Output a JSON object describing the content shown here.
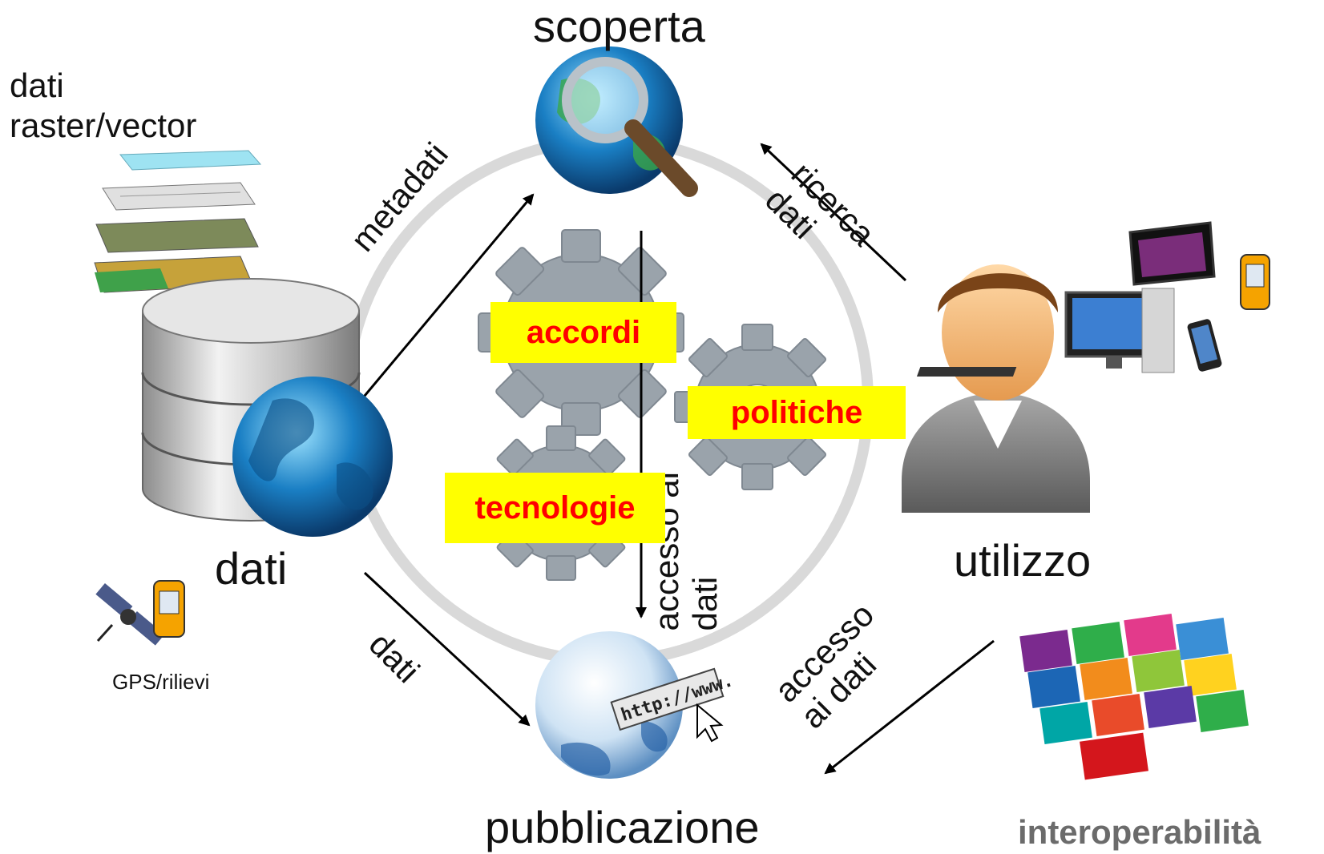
{
  "nodes": {
    "scoperta": "scoperta",
    "dati": "dati",
    "utilizzo": "utilizzo",
    "pubblicazione": "pubblicazione"
  },
  "sources": {
    "raster_vector": "dati\nraster/vector",
    "gps": "GPS/rilievi"
  },
  "edges": {
    "metadati": "metadati",
    "ricerca_dati": "ricerca\ndati",
    "dati": "dati",
    "accesso_ai_dati_right": "accesso\nai dati",
    "accesso_ai_dati_center": "accesso ai\ndati"
  },
  "pillars": {
    "accordi": "accordi",
    "politiche": "politiche",
    "tecnologie": "tecnologie"
  },
  "footer": {
    "interoperabilita": "interoperabilità"
  },
  "browser_text": "http://www.",
  "colors": {
    "highlight_bg": "#ffff00",
    "highlight_text": "#ff0000",
    "ring": "#d9d9d9",
    "gear": "#9aa3ab",
    "interop_text": "#6b6b6b"
  },
  "icons": [
    "database-icon",
    "globe-icon",
    "magnifier-globe-icon",
    "www-globe-icon",
    "user-avatar-icon",
    "tablet-icon",
    "desktop-computer-icon",
    "smartphone-icon",
    "gps-device-icon",
    "satellite-icon",
    "map-layers-icon",
    "puzzle-icon",
    "gear-icon"
  ]
}
